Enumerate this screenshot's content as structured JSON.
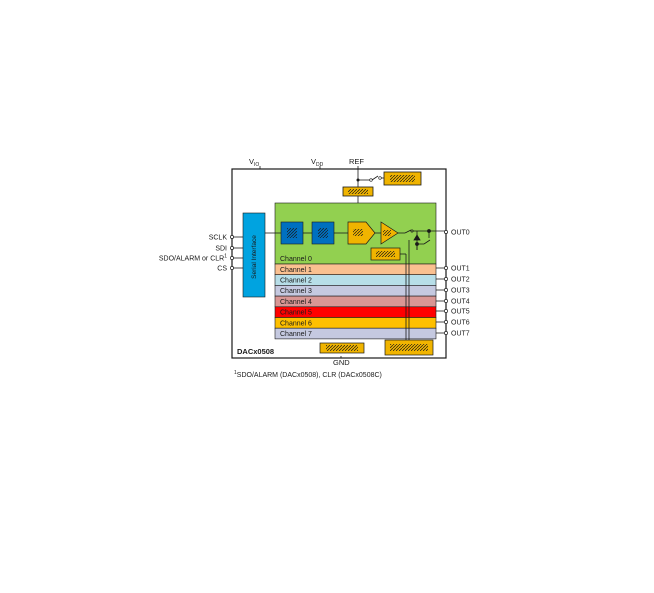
{
  "chip": {
    "name": "DACx0508"
  },
  "supplies": {
    "vio_main": "V",
    "vio_sub": "IO",
    "vdd_main": "V",
    "vdd_sub": "DD",
    "ref": "REF",
    "gnd": "GND"
  },
  "interface": {
    "label": "Serial Interface",
    "pins": [
      {
        "label": "SCLK"
      },
      {
        "label": "SDI"
      },
      {
        "label": "SDO/ALARM or CLR",
        "superscript": "1"
      },
      {
        "label": "CS"
      }
    ]
  },
  "channels": [
    {
      "label": "Channel 0",
      "color": "#92d050"
    },
    {
      "label": "Channel 1",
      "color": "#fac090"
    },
    {
      "label": "Channel 2",
      "color": "#b7dee8"
    },
    {
      "label": "Channel 3",
      "color": "#c5c9e0"
    },
    {
      "label": "Channel 4",
      "color": "#d99694"
    },
    {
      "label": "Channel 5",
      "color": "#ff0000"
    },
    {
      "label": "Channel 6",
      "color": "#ffc000"
    },
    {
      "label": "Channel 7",
      "color": "#c5c9e0"
    }
  ],
  "outputs": [
    "OUT0",
    "OUT1",
    "OUT2",
    "OUT3",
    "OUT4",
    "OUT5",
    "OUT6",
    "OUT7"
  ],
  "footnote": {
    "marker": "1",
    "text": "SDO/ALARM (DACx0508), CLR (DACx0508C)"
  },
  "colors": {
    "interface_block": "#00a3e0",
    "register_block": "#0070c0",
    "amp_block": "#f0b400",
    "chip_border": "#1a1a1a"
  }
}
